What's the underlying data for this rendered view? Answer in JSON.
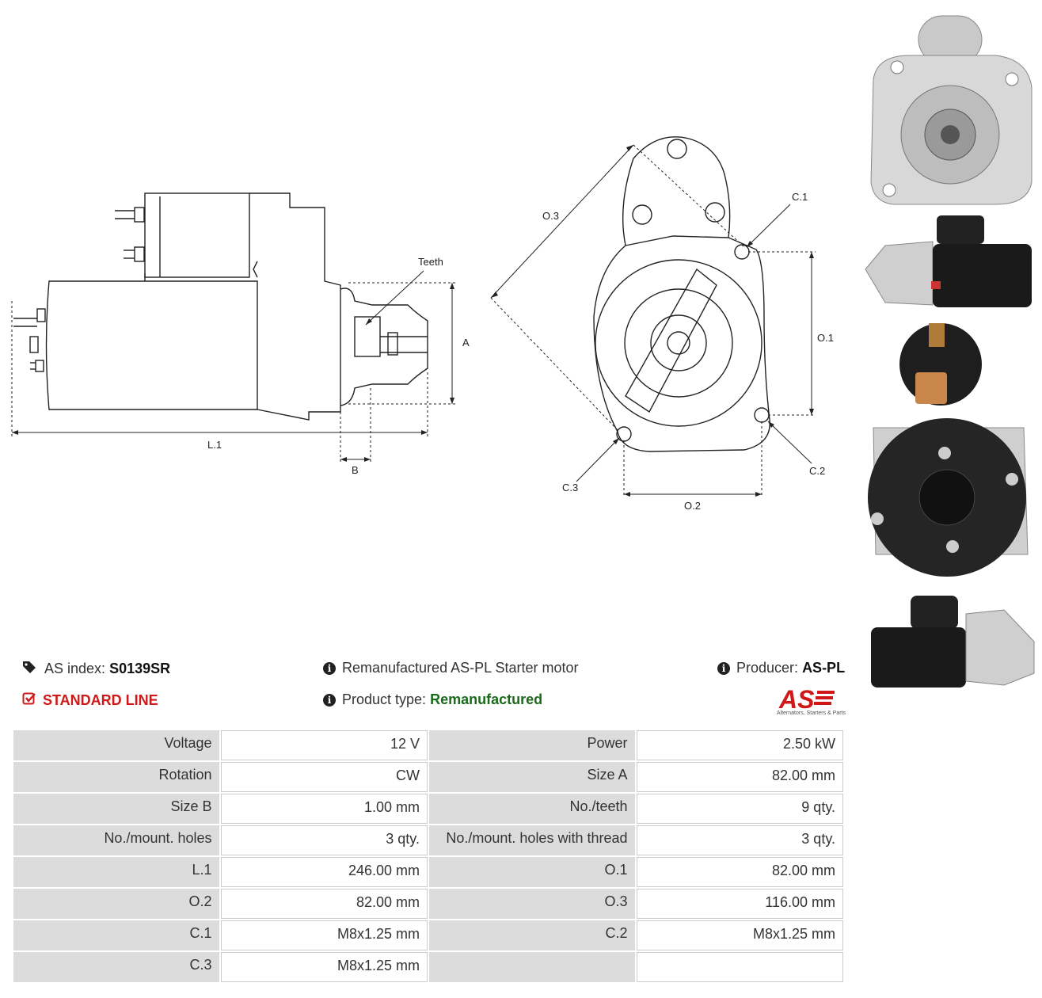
{
  "diagram_labels": {
    "teeth": "Teeth",
    "a": "A",
    "l1": "L.1",
    "b": "B",
    "o3": "O.3",
    "c1": "C.1",
    "o1": "O.1",
    "c2": "C.2",
    "c3": "C.3",
    "o2": "O.2"
  },
  "info": {
    "as_index_label": "AS index:",
    "as_index_value": "S0139SR",
    "standard_line": "STANDARD LINE",
    "description": "Remanufactured AS-PL Starter motor",
    "product_type_label": "Product type:",
    "product_type_value": "Remanufactured",
    "producer_label": "Producer:",
    "producer_value": "AS-PL"
  },
  "logo": {
    "text": "AS",
    "caption": "Alternators, Starters & Parts"
  },
  "specs": [
    {
      "l1": "Voltage",
      "v1": "12 V",
      "l2": "Power",
      "v2": "2.50 kW"
    },
    {
      "l1": "Rotation",
      "v1": "CW",
      "l2": "Size A",
      "v2": "82.00 mm"
    },
    {
      "l1": "Size B",
      "v1": "1.00 mm",
      "l2": "No./teeth",
      "v2": "9 qty."
    },
    {
      "l1": "No./mount. holes",
      "v1": "3 qty.",
      "l2": "No./mount. holes with thread",
      "v2": "3 qty."
    },
    {
      "l1": "L.1",
      "v1": "246.00 mm",
      "l2": "O.1",
      "v2": "82.00 mm"
    },
    {
      "l1": "O.2",
      "v1": "82.00 mm",
      "l2": "O.3",
      "v2": "116.00 mm"
    },
    {
      "l1": "C.1",
      "v1": "M8x1.25 mm",
      "l2": "C.2",
      "v2": "M8x1.25 mm"
    },
    {
      "l1": "C.3",
      "v1": "M8x1.25 mm",
      "l2": "",
      "v2": ""
    }
  ],
  "colors": {
    "standard_red": "#d01818",
    "product_green": "#1a6a1a",
    "label_bg": "#dcdcdc"
  }
}
